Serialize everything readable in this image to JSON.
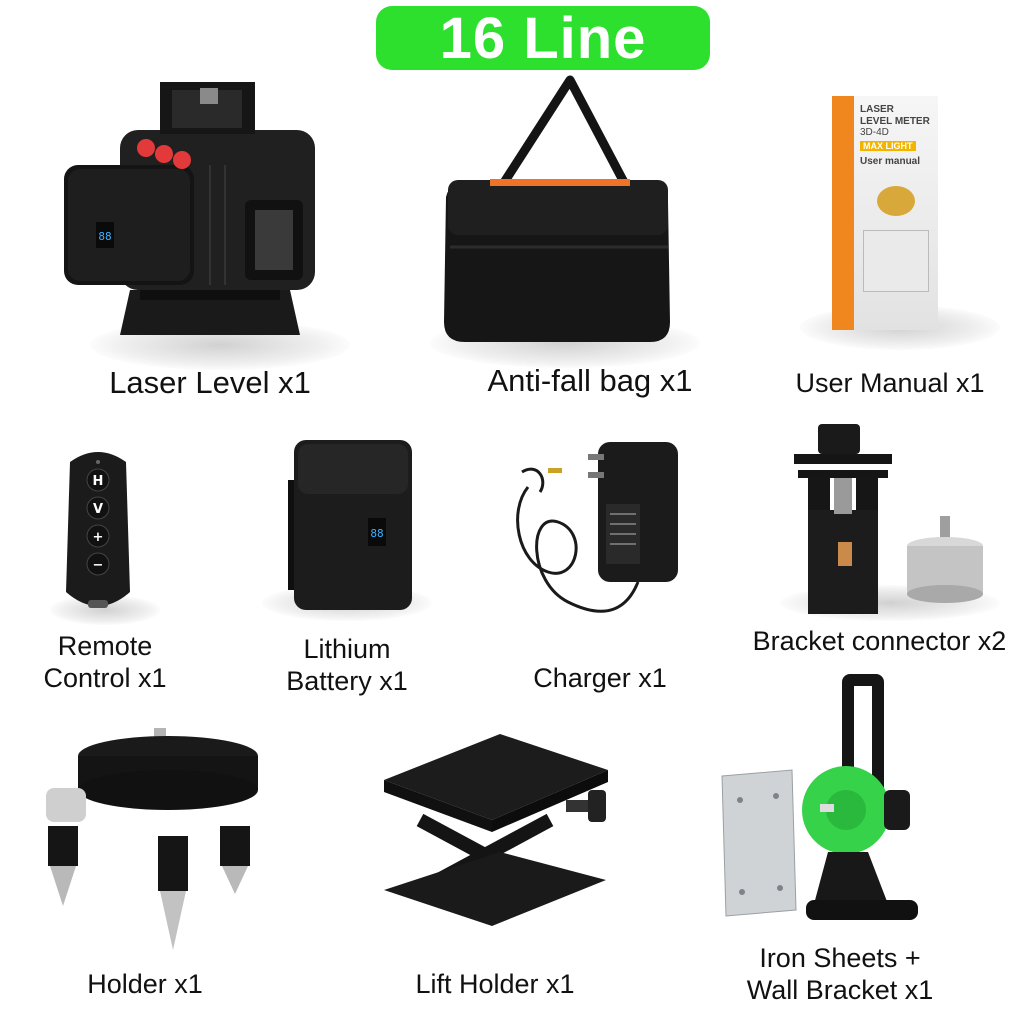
{
  "title": "16 Line",
  "colors": {
    "badge": "#2ee02e",
    "product_dark": "#1a1a1a",
    "accent_red": "#e23a3a",
    "accent_orange": "#f0732a",
    "bracket_green": "#35d24a"
  },
  "items": [
    {
      "name": "laser-level",
      "lines": [
        "Laser Level x1"
      ]
    },
    {
      "name": "anti-fall-bag",
      "lines": [
        "Anti-fall bag x1"
      ]
    },
    {
      "name": "user-manual",
      "lines": [
        "User Manual x1"
      ]
    },
    {
      "name": "remote-control",
      "lines": [
        "Remote",
        "Control x1"
      ]
    },
    {
      "name": "lithium-battery",
      "lines": [
        "Lithium",
        "Battery x1"
      ]
    },
    {
      "name": "charger",
      "lines": [
        "Charger x1"
      ]
    },
    {
      "name": "bracket-connector",
      "lines": [
        "Bracket connector x2"
      ]
    },
    {
      "name": "holder",
      "lines": [
        "Holder x1"
      ]
    },
    {
      "name": "lift-holder",
      "lines": [
        "Lift Holder x1"
      ]
    },
    {
      "name": "iron-sheets-wall-bracket",
      "lines": [
        "Iron Sheets +",
        "Wall Bracket x1"
      ]
    }
  ],
  "manual": {
    "line1": "LASER",
    "line2": "LEVEL METER",
    "line3": "3D-4D",
    "brand": "MAX LIGHT",
    "line4": "User manual"
  },
  "remote_buttons": [
    "H",
    "V",
    "+",
    "−"
  ],
  "display_digits": "88"
}
